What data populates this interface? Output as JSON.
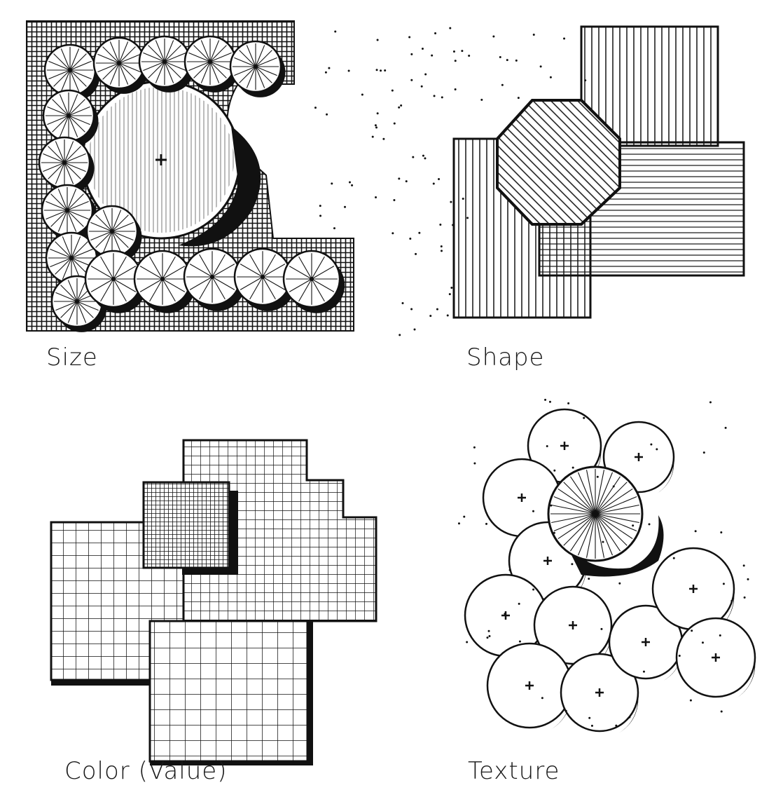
{
  "panels": [
    {
      "id": "size",
      "label": "Size"
    },
    {
      "id": "shape",
      "label": "Shape"
    },
    {
      "id": "color",
      "label": "Color (Value)"
    },
    {
      "id": "texture",
      "label": "Texture"
    }
  ],
  "colors": {
    "ink": "#111111",
    "paper": "#ffffff"
  }
}
